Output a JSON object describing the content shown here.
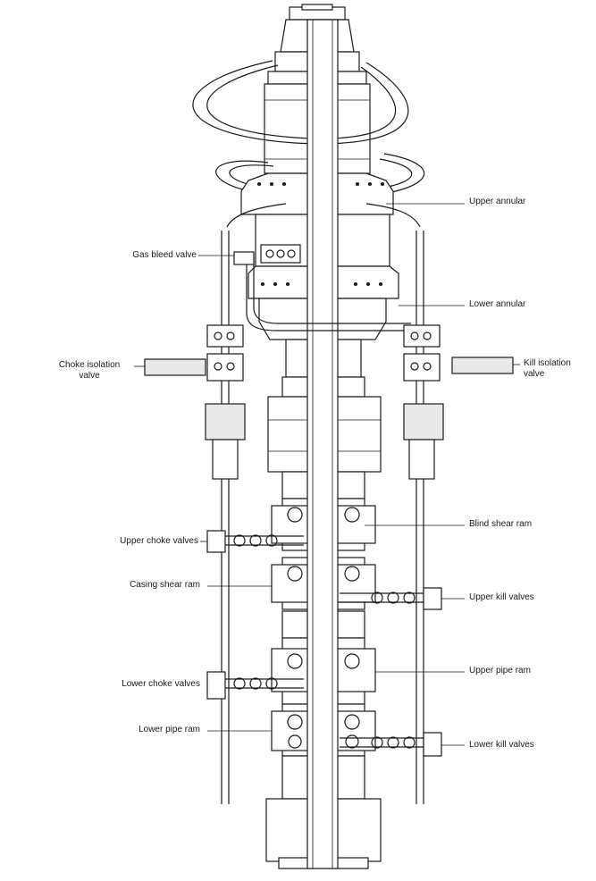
{
  "labels": {
    "upper_annular": "Upper annular",
    "gas_bleed_valve": "Gas bleed valve",
    "lower_annular": "Lower annular",
    "choke_isolation_valve_line1": "Choke isolation",
    "choke_isolation_valve_line2": "valve",
    "kill_isolation_valve_line1": "Kill isolation",
    "kill_isolation_valve_line2": "valve",
    "blind_shear_ram": "Blind shear ram",
    "upper_choke_valves": "Upper choke valves",
    "casing_shear_ram": "Casing shear ram",
    "upper_kill_valves": "Upper kill valves",
    "lower_choke_valves": "Lower choke valves",
    "upper_pipe_ram": "Upper pipe ram",
    "lower_pipe_ram": "Lower pipe ram",
    "lower_kill_valves": "Lower kill valves"
  },
  "colors": {
    "line": "#1a1a1a",
    "background": "#ffffff",
    "body_fill": "#e9e9e9"
  }
}
